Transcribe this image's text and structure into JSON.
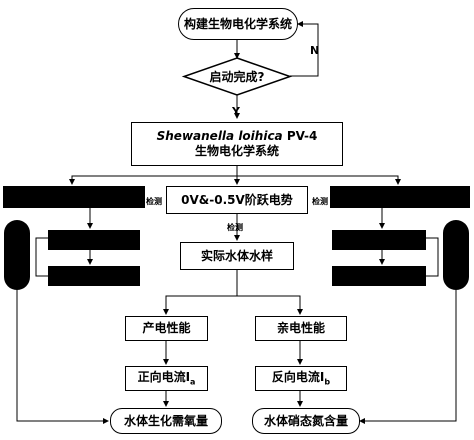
{
  "nodes": {
    "build": "构建生物电化学系统",
    "startup": "启动完成?",
    "bes_species": "Shewanella loihica",
    "bes_suffix": " PV-4",
    "bes_line2": "生物电化学系统",
    "step": "0V&-0.5V阶跃电势",
    "sample": "实际水体水样",
    "anodic": "产电性能",
    "cathodic": "亲电性能",
    "forward": "正向电流I",
    "forward_sub": "a",
    "reverse": "反向电流I",
    "reverse_sub": "b",
    "bod": "水体生化需氧量",
    "nitrate": "水体硝态氮含量"
  },
  "labels": {
    "no": "N",
    "yes": "Y",
    "detect_center": "检测",
    "detect_left": "检测",
    "detect_right": "检测"
  }
}
